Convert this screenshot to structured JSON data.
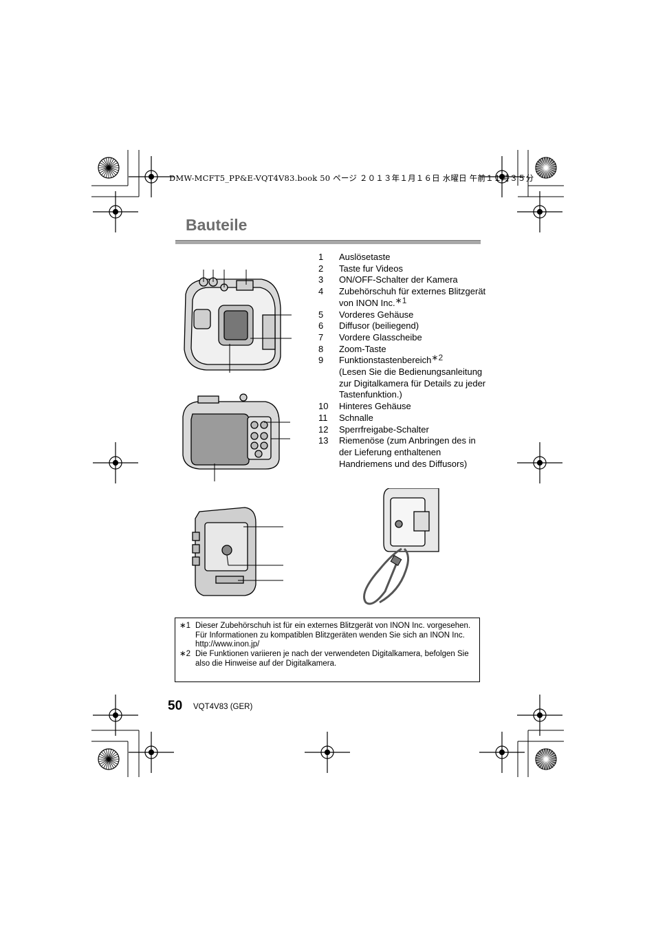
{
  "header": {
    "print_info": "DMW-MCFT5_PP&E-VQT4V83.book  50 ページ  ２０１３年１月１６日  水曜日  午前１１時３５分"
  },
  "page_title": "Bauteile",
  "parts": [
    {
      "num": "1",
      "text": "Auslösetaste",
      "sup": ""
    },
    {
      "num": "2",
      "text": "Taste fur Videos",
      "sup": ""
    },
    {
      "num": "3",
      "text": "ON/OFF-Schalter der Kamera",
      "sup": ""
    },
    {
      "num": "4",
      "text": "Zubehörschuh für externes Blitzgerät von INON Inc.",
      "sup": "\u00121"
    },
    {
      "num": "5",
      "text": "Vorderes Gehäuse",
      "sup": ""
    },
    {
      "num": "6",
      "text": "Diffusor (beiliegend)",
      "sup": ""
    },
    {
      "num": "7",
      "text": "Vordere Glasscheibe",
      "sup": ""
    },
    {
      "num": "8",
      "text": "Zoom-Taste",
      "sup": ""
    },
    {
      "num": "9",
      "text": "Funktionstastenbereich",
      "sup": "\u00122",
      "extra": "(Lesen Sie die Bedienungsanleitung zur Digitalkamera für Details zu jeder Tastenfunktion.)"
    },
    {
      "num": "10",
      "text": "Hinteres Gehäuse",
      "sup": ""
    },
    {
      "num": "11",
      "text": "Schnalle",
      "sup": ""
    },
    {
      "num": "12",
      "text": "Sperrfreigabe-Schalter",
      "sup": ""
    },
    {
      "num": "13",
      "text": "Riemenöse (zum Anbringen des in der Lieferung enthaltenen Handriemens und des Diffusors)",
      "sup": ""
    }
  ],
  "footnotes": [
    {
      "mark": "\u00121",
      "lines": [
        "Dieser Zubehörschuh ist für ein externes Blitzgerät von INON Inc. vorgesehen.",
        "Für Informationen zu kompatiblen Blitzgeräten wenden Sie sich an INON Inc.",
        "http://www.inon.jp/"
      ]
    },
    {
      "mark": "\u00122",
      "lines": [
        "Die Funktionen variieren je nach der verwendeten Digitalkamera, befolgen Sie also die Hinweise auf der Digitalkamera."
      ]
    }
  ],
  "footer": {
    "page_number": "50",
    "doc_code": "VQT4V83 (GER)"
  }
}
